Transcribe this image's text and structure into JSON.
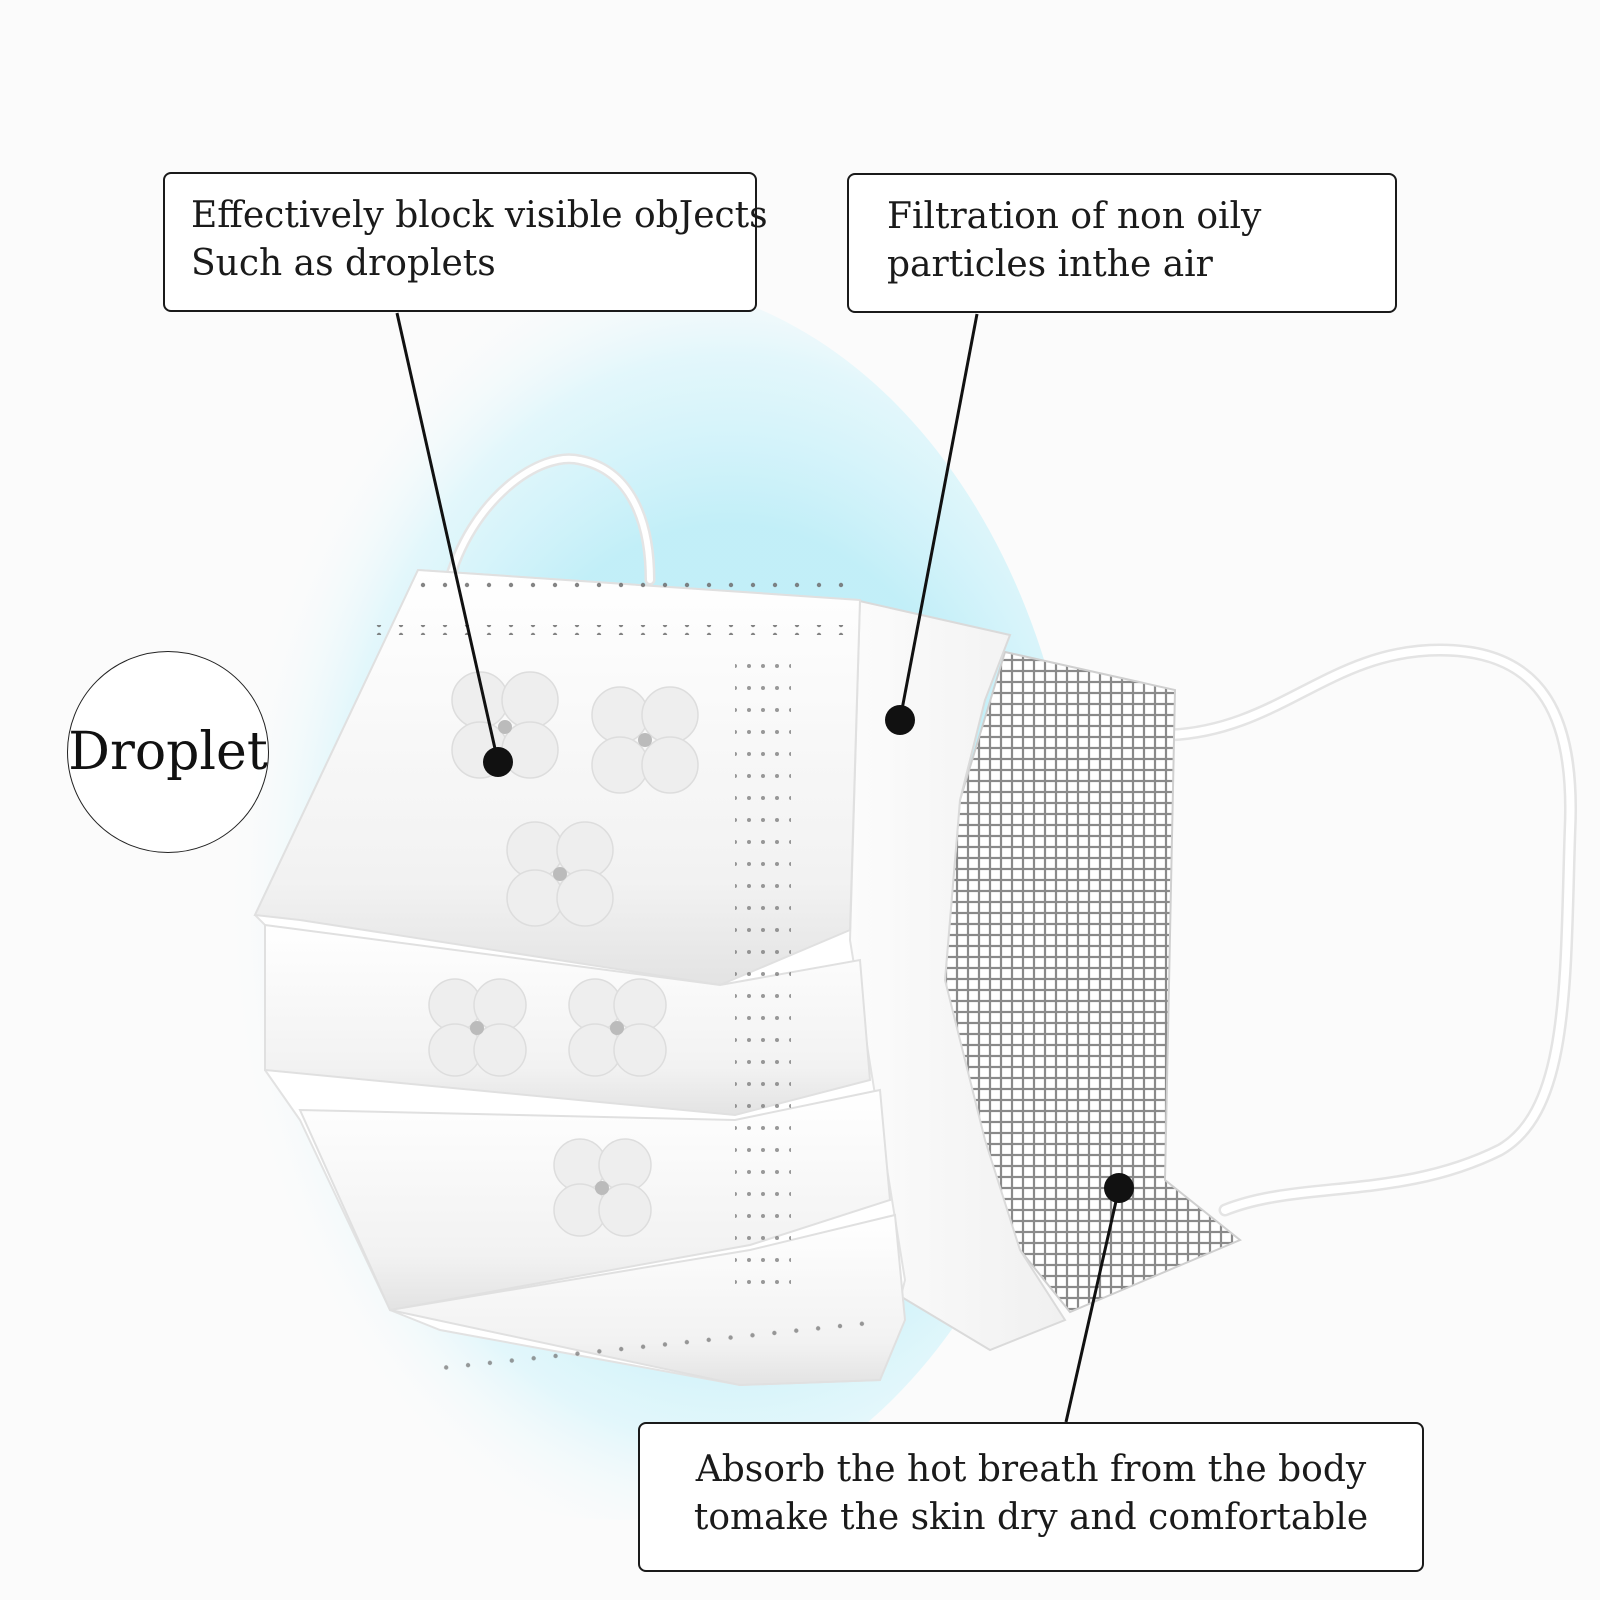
{
  "callouts": [
    {
      "lines": [
        "Effectively block visible obJects",
        "Such as droplets"
      ]
    },
    {
      "lines": [
        "Filtration of non oily",
        "particles inthe air"
      ]
    },
    {
      "lines": [
        "Absorb the hot breath from the body",
        "tomake the skin dry and comfortable"
      ]
    }
  ],
  "droplet_label": "Droplet",
  "colors": {
    "droplet_glow": "#bfeef8",
    "leader_line": "#111111",
    "mesh": "#8a8a8a",
    "mask_white": "#ffffff"
  }
}
